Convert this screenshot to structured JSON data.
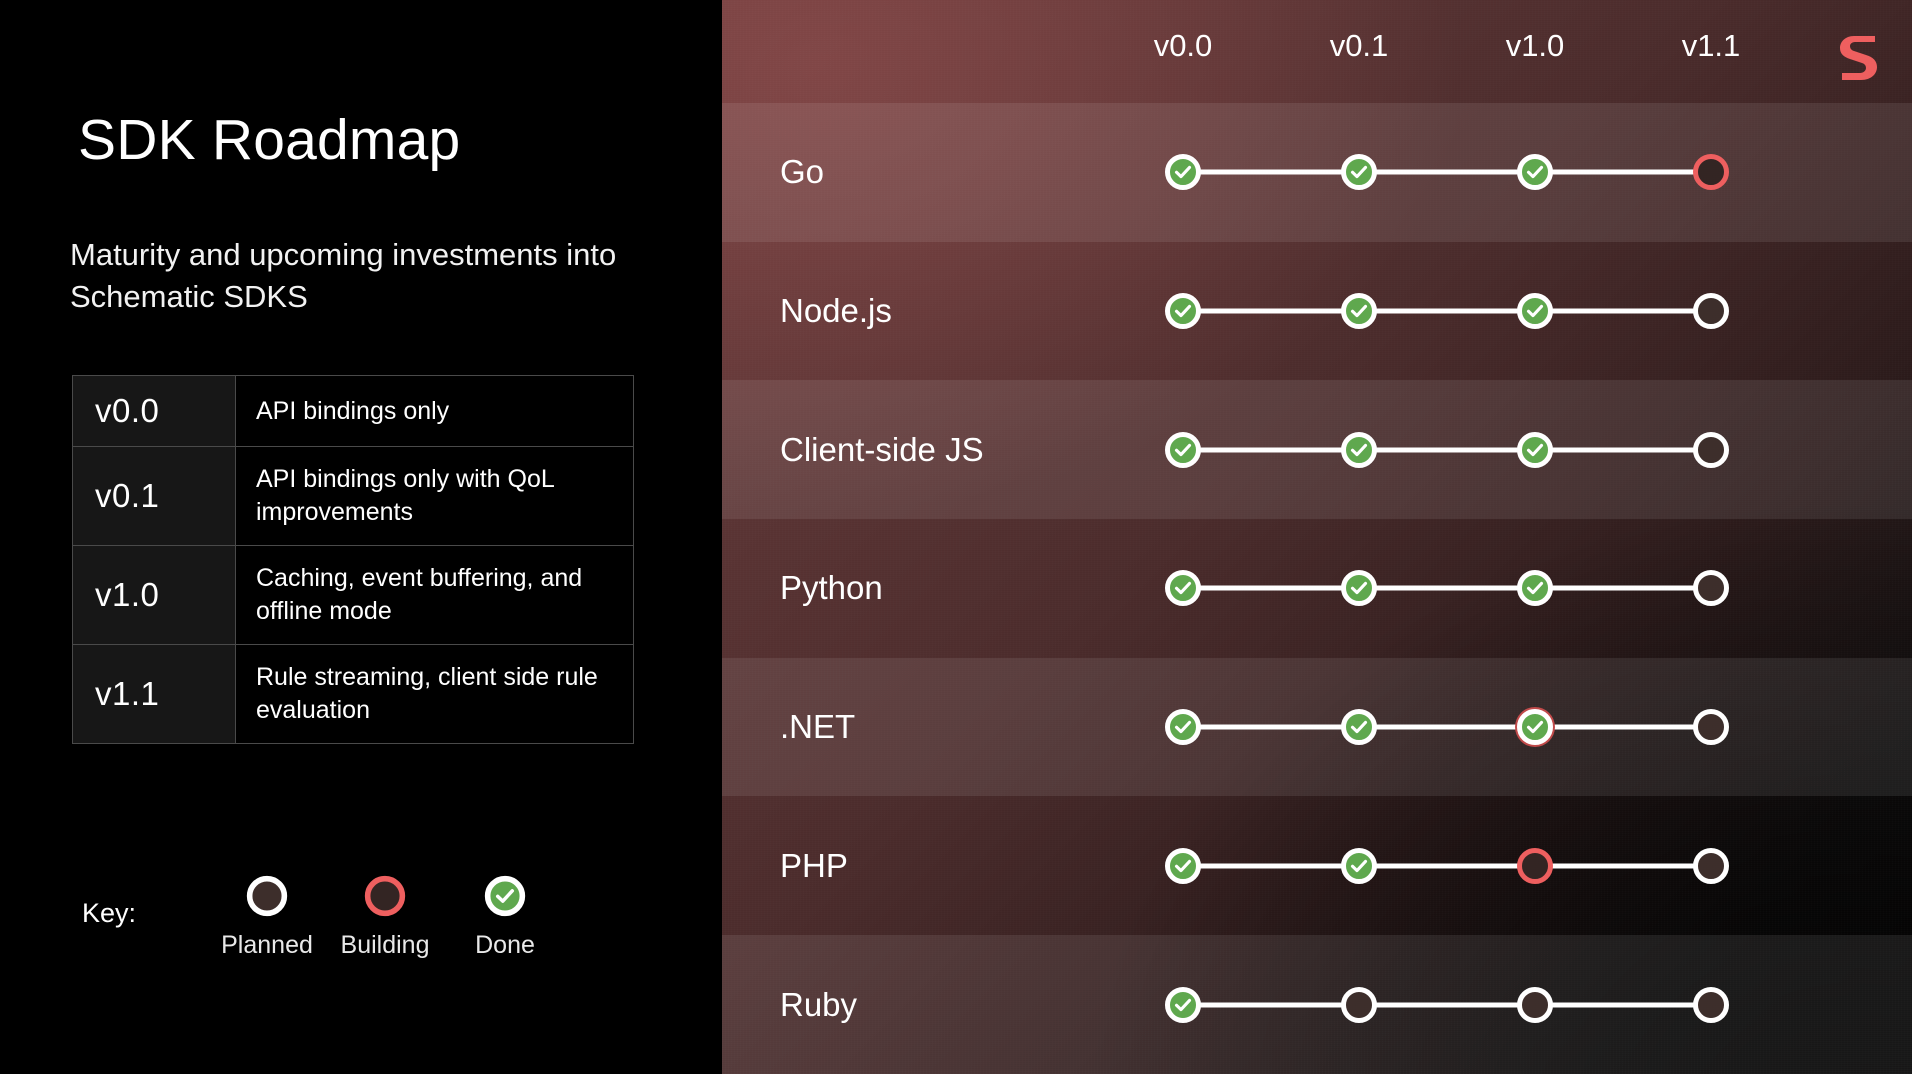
{
  "left": {
    "title": "SDK Roadmap",
    "subtitle": "Maturity and upcoming investments into Schematic SDKS",
    "version_table": [
      {
        "version": "v0.0",
        "description": "API bindings only"
      },
      {
        "version": "v0.1",
        "description": "API bindings only with QoL improvements"
      },
      {
        "version": "v1.0",
        "description": "Caching, event buffering, and offline mode"
      },
      {
        "version": "v1.1",
        "description": "Rule streaming, client side rule evaluation"
      }
    ],
    "key": {
      "label": "Key:",
      "items": [
        {
          "state": "planned",
          "label": "Planned"
        },
        {
          "state": "building",
          "label": "Building"
        },
        {
          "state": "done",
          "label": "Done"
        }
      ]
    }
  },
  "right": {
    "logo": "schematic-s-logo",
    "columns": [
      "v0.0",
      "v0.1",
      "v1.0",
      "v1.1"
    ],
    "rows": [
      {
        "name": "Go",
        "states": [
          "done",
          "done",
          "done",
          "building"
        ]
      },
      {
        "name": "Node.js",
        "states": [
          "done",
          "done",
          "done",
          "planned"
        ]
      },
      {
        "name": "Client-side JS",
        "states": [
          "done",
          "done",
          "done",
          "planned"
        ]
      },
      {
        "name": "Python",
        "states": [
          "done",
          "done",
          "done",
          "planned"
        ]
      },
      {
        "name": ".NET",
        "states": [
          "done",
          "done",
          "done-building",
          "planned"
        ]
      },
      {
        "name": "PHP",
        "states": [
          "done",
          "done",
          "building",
          "planned"
        ]
      },
      {
        "name": "Ruby",
        "states": [
          "done",
          "planned",
          "planned",
          "planned"
        ]
      }
    ]
  },
  "colors": {
    "done_green": "#5fa84e",
    "building_red": "#ee5f5f",
    "planned_fill": "#3d2e2b",
    "marker_ring": "#ffffff",
    "panel_bg": "#000000",
    "logo_color": "#ee5f5f"
  }
}
